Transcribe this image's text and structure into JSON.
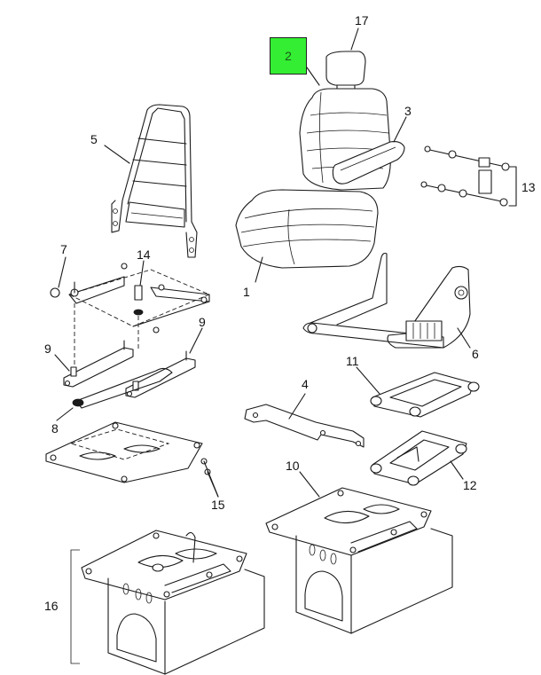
{
  "colors": {
    "highlight": "#33ee33",
    "line": "#1a1a1a",
    "background": "#ffffff"
  },
  "highlight": {
    "label": "2"
  },
  "labels": {
    "p1": "1",
    "p3": "3",
    "p4": "4",
    "p5": "5",
    "p6": "6",
    "p7": "7",
    "p8": "8",
    "p9a": "9",
    "p9b": "9",
    "p10": "10",
    "p11": "11",
    "p12": "12",
    "p13": "13",
    "p14": "14",
    "p15": "15",
    "p16": "16",
    "p17": "17"
  }
}
